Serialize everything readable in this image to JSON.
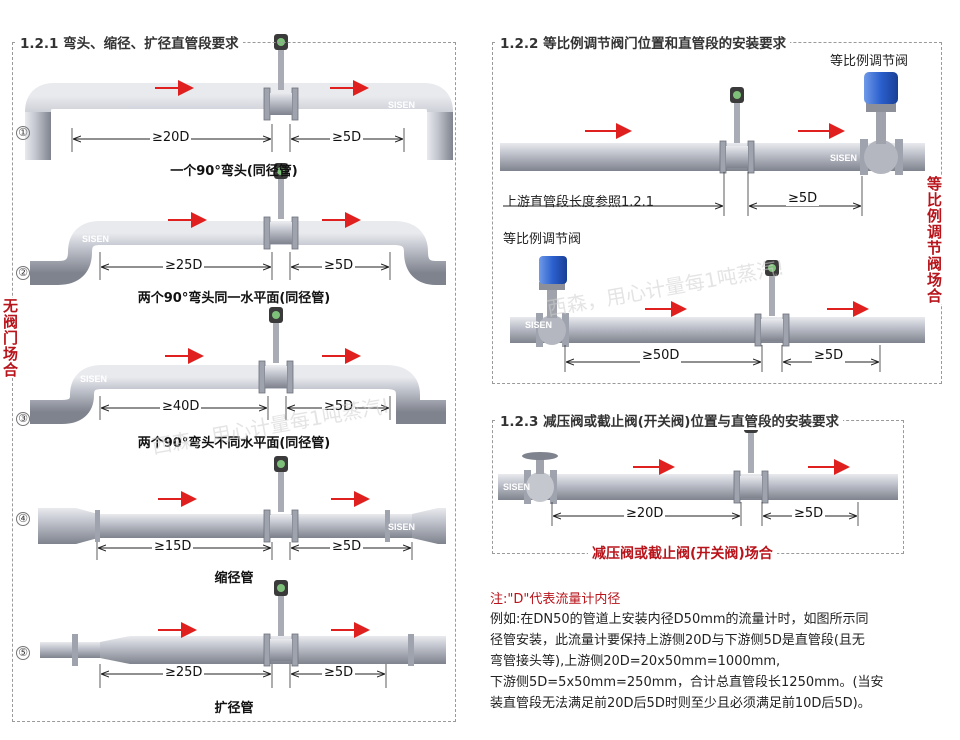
{
  "left_panel": {
    "title": "1.2.1 弯头、缩径、扩径直管段要求",
    "side_label": "无阀门场合",
    "cases": [
      {
        "number": "①",
        "caption": "一个90°弯头(同径管)",
        "up_dim": "≥20D",
        "down_dim": "≥5D"
      },
      {
        "number": "②",
        "caption": "两个90°弯头同一水平面(同径管)",
        "up_dim": "≥25D",
        "down_dim": "≥5D"
      },
      {
        "number": "③",
        "caption": "两个90°弯头不同水平面(同径管)",
        "up_dim": "≥40D",
        "down_dim": "≥5D"
      },
      {
        "number": "④",
        "caption": "缩径管",
        "up_dim": "≥15D",
        "down_dim": "≥5D"
      },
      {
        "number": "⑤",
        "caption": "扩径管",
        "up_dim": "≥25D",
        "down_dim": "≥5D"
      }
    ]
  },
  "right_top": {
    "title": "1.2.2 等比例调节阀门位置和直管段的安装要求",
    "side_label": "等比例调节阀场合",
    "valve_label_1": "等比例调节阀",
    "upstream_label": "上游直管段长度参照1.2.1",
    "dim_1": "≥5D",
    "valve_label_2": "等比例调节阀",
    "dim_2a": "≥50D",
    "dim_2b": "≥5D"
  },
  "right_mid": {
    "title": "1.2.3 减压阀或截止阀(开关阀)位置与直管段的安装要求",
    "dim_a": "≥20D",
    "dim_b": "≥5D",
    "caption": "减压阀或截止阀(开关阀)场合"
  },
  "note": {
    "title": "注:\"D\"代表流量计内径",
    "lines": [
      "例如:在DN50的管道上安装内径D50mm的流量计时，如图所示同",
      "径管安装，此流量计要保持上游侧20D与下游侧5D是直管段(且无",
      "弯管接头等),上游侧20D=20x50mm=1000mm,",
      "下游侧5D=5x50mm=250mm，合计总直管段长1250mm。(当安",
      "装直管段无法满足前20D后5D时则至少且必须满足前10D后5D)。"
    ]
  },
  "brand": "SISEN",
  "watermark": "西森，用心计量每1吨蒸汽!",
  "colors": {
    "accent_red": "#b8141b",
    "arrow_red": "#e0201e",
    "pipe": "#b9bcc6"
  }
}
